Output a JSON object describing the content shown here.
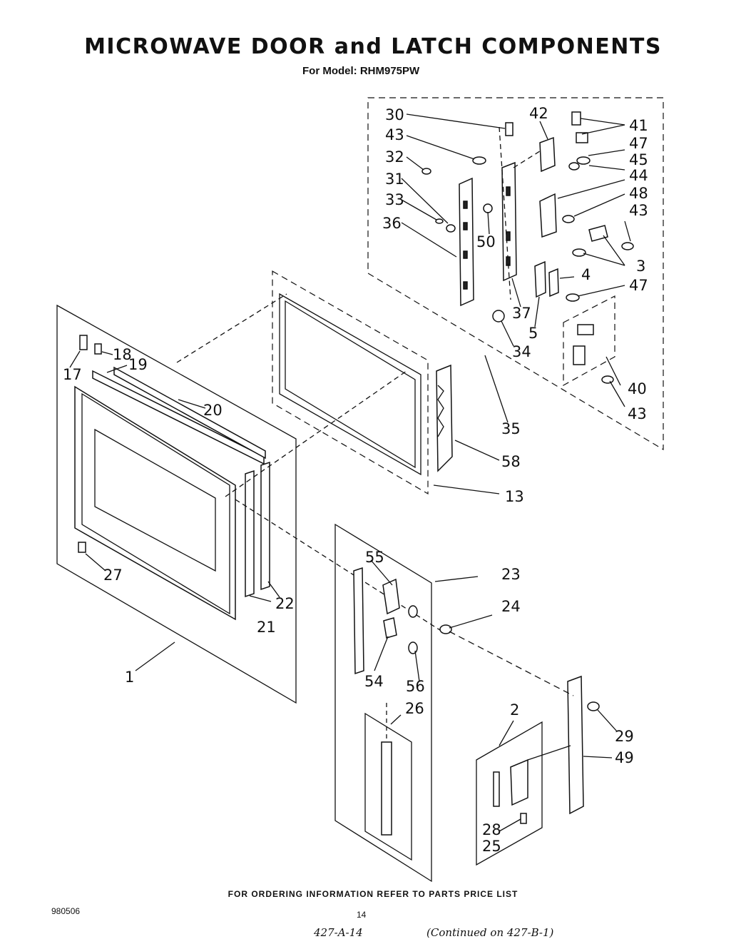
{
  "title": "MICROWAVE DOOR and LATCH COMPONENTS",
  "subtitle": "For Model: RHM975PW",
  "footer": "FOR ORDERING INFORMATION REFER TO PARTS PRICE LIST",
  "doc_code": "980506",
  "page_number": "14",
  "handwritten_note_left": "427-A-14",
  "handwritten_note_right": "(Continued on 427-B-1)",
  "callouts": [
    "30",
    "42",
    "41",
    "43",
    "47",
    "32",
    "45",
    "31",
    "44",
    "48",
    "33",
    "43",
    "36",
    "50",
    "3",
    "4",
    "47",
    "37",
    "5",
    "34",
    "35",
    "58",
    "13",
    "40",
    "43",
    "17",
    "18",
    "19",
    "20",
    "55",
    "23",
    "24",
    "22",
    "21",
    "27",
    "1",
    "54",
    "56",
    "26",
    "2",
    "29",
    "49",
    "28",
    "25"
  ]
}
